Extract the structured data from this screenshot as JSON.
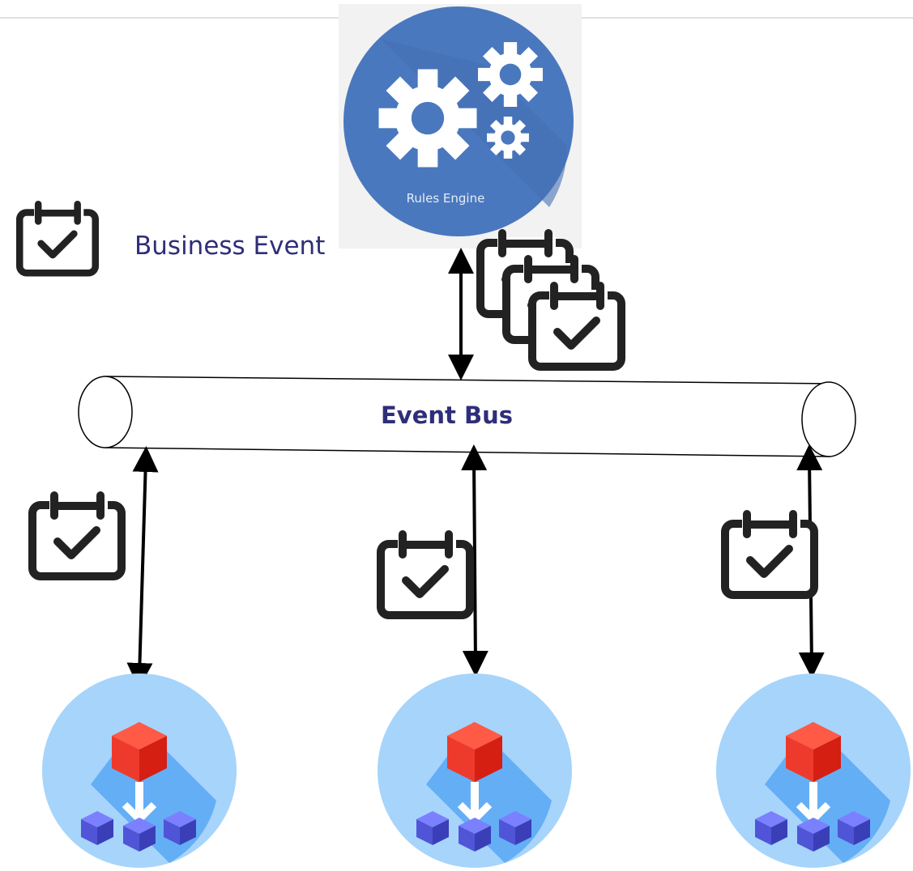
{
  "rules_engine": {
    "label": "Rules Engine",
    "icon": "gears-icon",
    "color": "#4a78be"
  },
  "legend": {
    "icon": "calendar-check-icon",
    "label": "Business Event"
  },
  "event_bus": {
    "label": "Event Bus"
  },
  "services": [
    {
      "icon": "microservice-icon"
    },
    {
      "icon": "microservice-icon"
    },
    {
      "icon": "microservice-icon"
    }
  ],
  "colors": {
    "label_text": "#2e2e7a",
    "rules_engine_circle": "#4a78be",
    "service_circle": "#a6d4fb",
    "service_shadow": "#64aef6",
    "red_cube": "#ee3a2c",
    "blue_cube": "#5a5fe0"
  }
}
